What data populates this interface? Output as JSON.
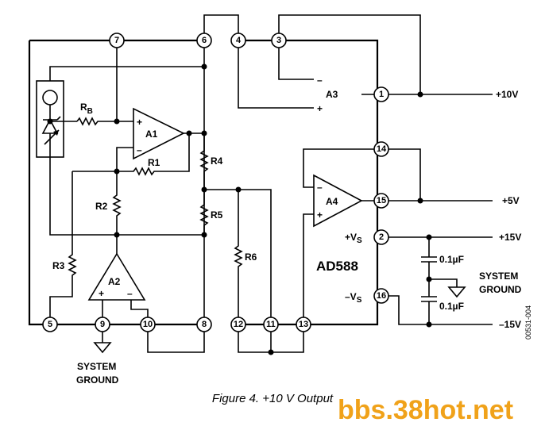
{
  "chip_name": "AD588",
  "caption": "Figure 4. +10 V Output",
  "doc_id": "00531-004",
  "watermark": "bbs.38hot.net",
  "amplifiers": {
    "a1": "A1",
    "a2": "A2",
    "a3": "A3",
    "a4": "A4",
    "plus": "+",
    "minus": "–"
  },
  "resistors": {
    "rb_main": "R",
    "rb_sub": "B",
    "r1": "R1",
    "r2": "R2",
    "r3": "R3",
    "r4": "R4",
    "r5": "R5",
    "r6": "R6"
  },
  "pins": {
    "p7": "7",
    "p6": "6",
    "p4": "4",
    "p3": "3",
    "p1": "1",
    "p14": "14",
    "p15": "15",
    "p2": "2",
    "p16": "16",
    "p5": "5",
    "p9": "9",
    "p10": "10",
    "p8": "8",
    "p12": "12",
    "p11": "11",
    "p13": "13"
  },
  "supply_labels": {
    "plus_vs_main": "+V",
    "plus_vs_sub": "S",
    "minus_vs_main": "–V",
    "minus_vs_sub": "S"
  },
  "outputs": {
    "plus10": "+10V",
    "plus5": "+5V",
    "plus15": "+15V",
    "minus15": "–15V"
  },
  "capacitors": {
    "c1": "0.1µF",
    "c2": "0.1µF"
  },
  "ground_labels": {
    "system_ground_right_line1": "SYSTEM",
    "system_ground_right_line2": "GROUND",
    "system_ground_bottom_line1": "SYSTEM",
    "system_ground_bottom_line2": "GROUND"
  }
}
